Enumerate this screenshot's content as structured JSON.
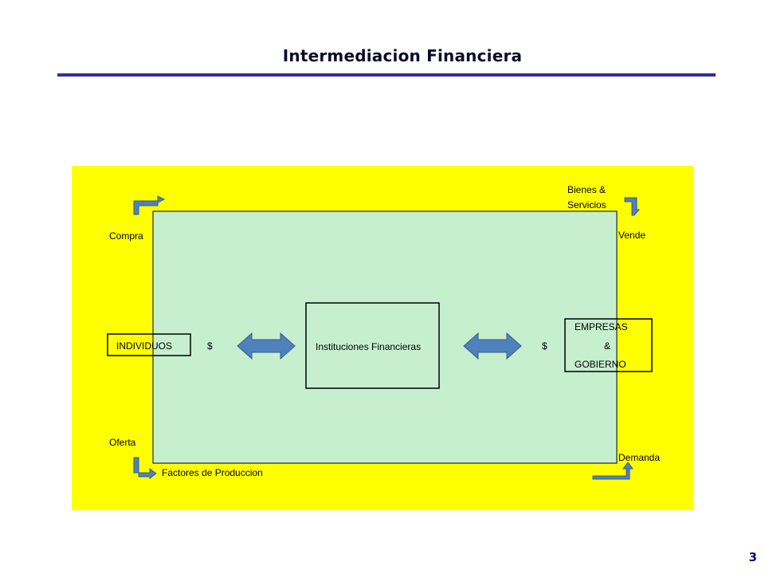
{
  "slide": {
    "title": "Intermediacion Financiera",
    "page_number": "3"
  },
  "diagram": {
    "labels": {
      "compra": "Compra",
      "bienes_1": "Bienes &",
      "bienes_2": "Servicios",
      "vende": "Vende",
      "individuos": "INDIVIDUOS",
      "dollar_left": "$",
      "instituciones": "Instituciones Financieras",
      "dollar_right": "$",
      "empresas": "EMPRESAS",
      "ampersand": "&",
      "gobierno": "GOBIERNO",
      "oferta": "Oferta",
      "factores": "Factores de Produccion",
      "demanda": "Demanda"
    },
    "colors": {
      "background": "#ffff00",
      "inner_box": "#c6efce",
      "arrow_fill": "#4f81bd",
      "arrow_stroke": "#385d8a"
    }
  }
}
